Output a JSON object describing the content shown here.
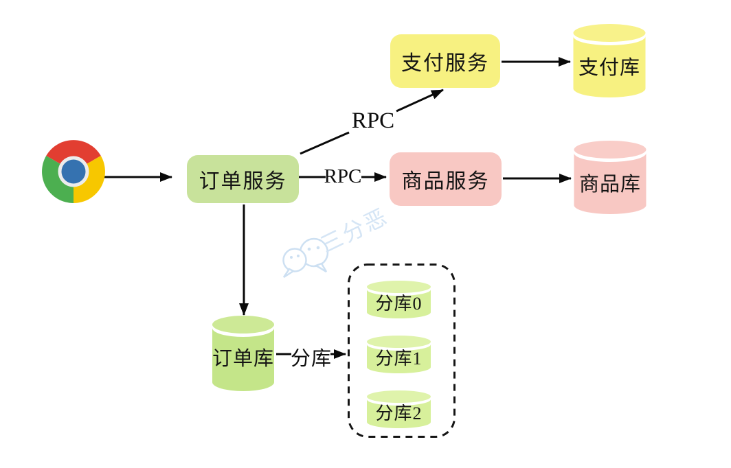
{
  "nodes": {
    "browser": {
      "icon": "chrome-icon"
    },
    "order_service": {
      "label": "订单服务",
      "color": "#c8e29b"
    },
    "payment_service": {
      "label": "支付服务",
      "color": "#f7f181"
    },
    "product_service": {
      "label": "商品服务",
      "color": "#f8c8c3"
    },
    "payment_db": {
      "label": "支付库",
      "color": "#f7f181",
      "shape": "database-cylinder"
    },
    "product_db": {
      "label": "商品库",
      "color": "#f8c8c3",
      "shape": "database-cylinder"
    },
    "order_db": {
      "label": "订单库",
      "color": "#c4e589",
      "shape": "database-cylinder"
    },
    "shards": [
      {
        "label": "分库0",
        "color": "#d7f09b",
        "shape": "database-cylinder"
      },
      {
        "label": "分库1",
        "color": "#d7f09b",
        "shape": "database-cylinder"
      },
      {
        "label": "分库2",
        "color": "#d7f09b",
        "shape": "database-cylinder"
      }
    ]
  },
  "edges": [
    {
      "from": "browser",
      "to": "order_service",
      "label": ""
    },
    {
      "from": "order_service",
      "to": "payment_service",
      "label": "RPC"
    },
    {
      "from": "order_service",
      "to": "product_service",
      "label": "RPC"
    },
    {
      "from": "payment_service",
      "to": "payment_db",
      "label": ""
    },
    {
      "from": "product_service",
      "to": "product_db",
      "label": ""
    },
    {
      "from": "order_service",
      "to": "order_db",
      "label": ""
    },
    {
      "from": "order_db",
      "to": "shard_group",
      "label": "分库"
    }
  ],
  "shard_group": {
    "style": "dashed-rounded-container",
    "contains": [
      "分库0",
      "分库1",
      "分库2"
    ]
  },
  "watermark": {
    "icon": "wechat-icon",
    "text": "三分恶",
    "color": "#d5e5f5"
  },
  "colors": {
    "line": "#0a0a0a",
    "green_box": "#c8e29b",
    "yellow": "#f7f181",
    "pink": "#f8c8c3",
    "green_cylinder": "#c4e589",
    "shard_cylinder": "#d7f09b",
    "watermark_blue": "#d5e5f5"
  }
}
